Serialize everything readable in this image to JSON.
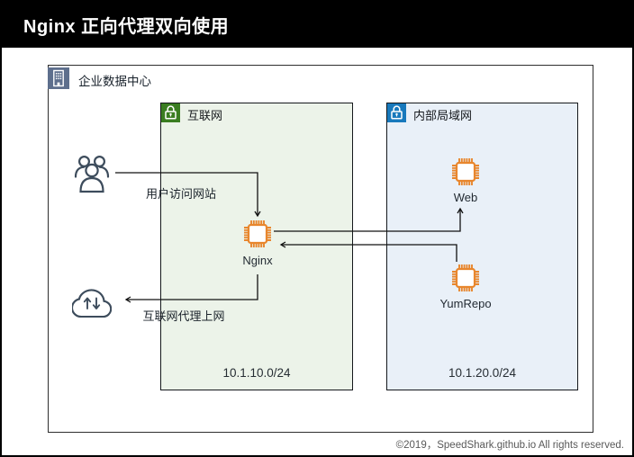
{
  "title_bar": {
    "title": "Nginx 正向代理双向使用"
  },
  "datacenter": {
    "label": "企业数据中心"
  },
  "zones": {
    "internet": {
      "label": "互联网",
      "subnet": "10.1.10.0/24"
    },
    "lan": {
      "label": "内部局域网",
      "subnet": "10.1.20.0/24"
    }
  },
  "nodes": {
    "nginx": {
      "label": "Nginx"
    },
    "web": {
      "label": "Web"
    },
    "yumrepo": {
      "label": "YumRepo"
    }
  },
  "flows": {
    "user_access": {
      "label": "用户访问网站"
    },
    "proxy_out": {
      "label": "互联网代理上网"
    }
  },
  "footer": {
    "copyright": "©2019，SpeedShark.github.io All rights reserved."
  },
  "colors": {
    "title_bar_bg": "#000000",
    "chip_orange": "#e8862d",
    "internet_zone_fill": "#ecf3e9",
    "internet_icon_bg": "#3a7d21",
    "lan_zone_fill": "#e9f0f8",
    "lan_icon_bg": "#1879bc",
    "datacenter_icon_bg": "#5e6f8d",
    "figure_outline": "#3d4c5c",
    "connector": "#111111"
  }
}
